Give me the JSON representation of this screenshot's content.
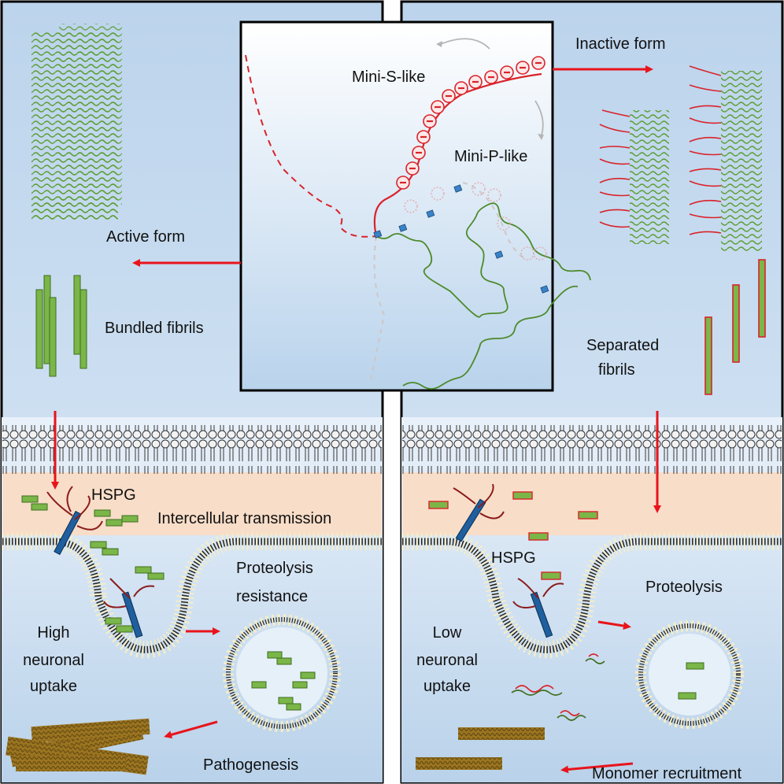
{
  "center": {
    "mini_s_label": "Mini-S-like",
    "mini_p_label": "Mini-P-like"
  },
  "left": {
    "form_label": "Active form",
    "fibril_label": "Bundled fibrils",
    "hspg_label": "HSPG",
    "transmission_label": "Intercellular transmission",
    "proteolysis_line1": "Proteolysis",
    "proteolysis_line2": "resistance",
    "uptake_line1": "High",
    "uptake_line2": "neuronal",
    "uptake_line3": "uptake",
    "outcome_label": "Pathogenesis"
  },
  "right": {
    "form_label": "Inactive form",
    "fibril_line1": "Separated",
    "fibril_line2": "fibrils",
    "hspg_label": "HSPG",
    "proteolysis_label": "Proteolysis",
    "uptake_line1": "Low",
    "uptake_line2": "neuronal",
    "uptake_line3": "uptake",
    "outcome_label": "Monomer recruitment"
  },
  "colors": {
    "arrow": "#e8141c",
    "fibril_green": "#7ab648",
    "fibril_red_outline": "#d9232a",
    "aggregate_brown": "#8a6a1c",
    "receptor_blue": "#1f5f9e",
    "cytoplasm_peach": "#f8ddc8",
    "panel_blue_top": "#c2d9ee",
    "panel_blue_bottom": "#e8f1fa"
  },
  "icons": {
    "charge": "minus-charge-icon",
    "receptor": "hspg-receptor-icon",
    "vesicle": "lysosome-vesicle-icon"
  }
}
